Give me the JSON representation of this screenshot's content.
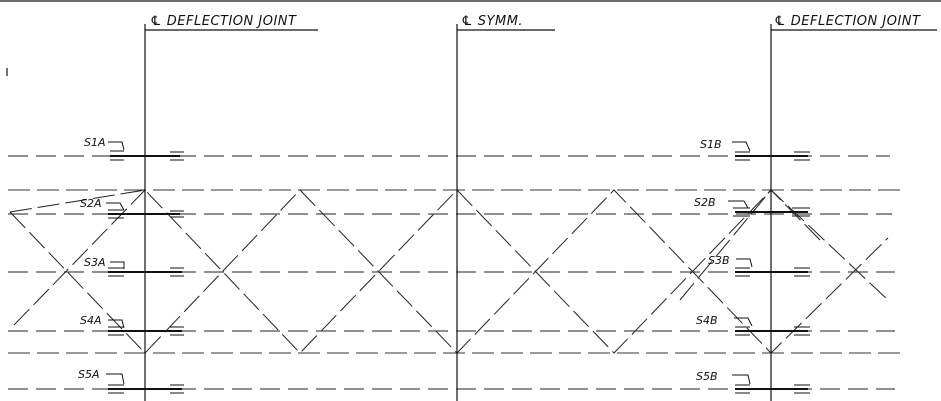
{
  "centerlines": [
    {
      "label": "℄ DEFLECTION JOINT"
    },
    {
      "label": "℄ SYMM."
    },
    {
      "label": "℄ DEFLECTION JOINT"
    }
  ],
  "struts_left": [
    "S1A",
    "S2A",
    "S3A",
    "S4A",
    "S5A"
  ],
  "struts_right": [
    "S1B",
    "S2B",
    "S3B",
    "S4B",
    "S5B"
  ],
  "colors": {
    "ink": "#111111",
    "paper": "#ffffff"
  }
}
